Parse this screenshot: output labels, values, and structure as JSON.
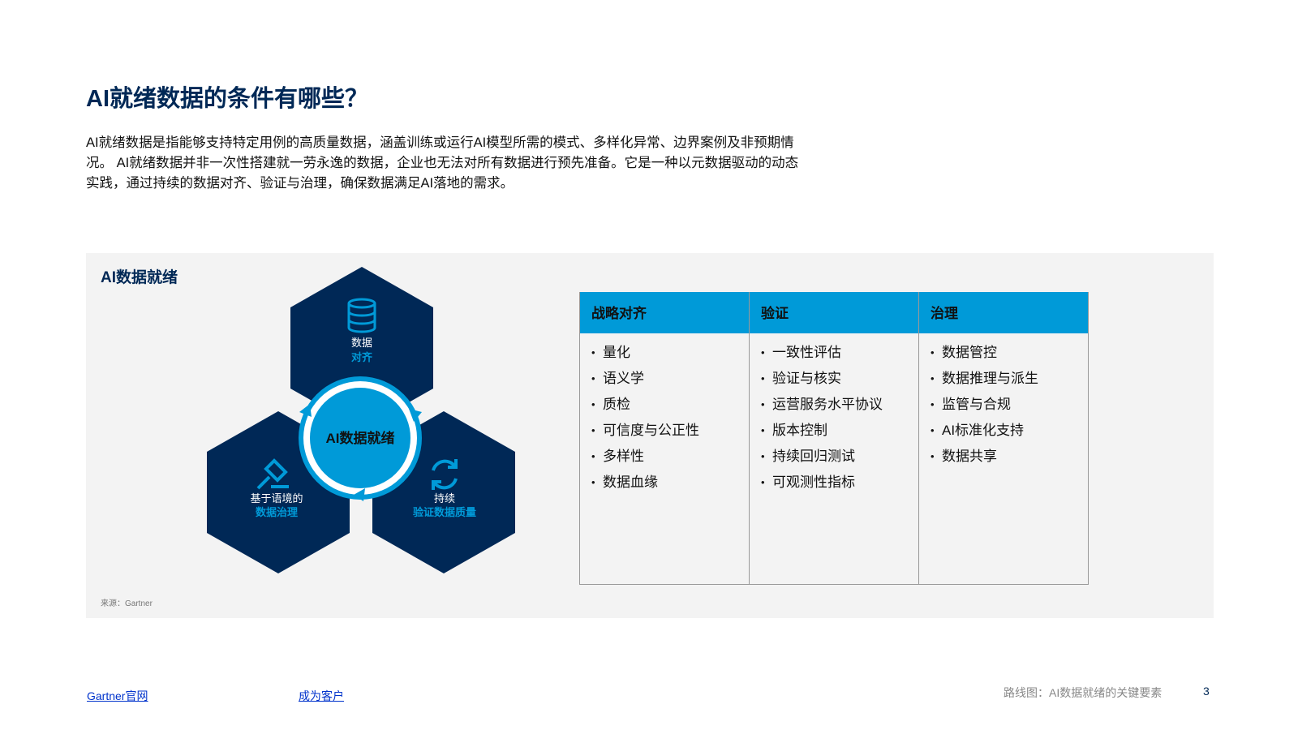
{
  "title": "AI就绪数据的条件有哪些？",
  "intro": "AI就绪数据是指能够支持特定用例的高质量数据，涵盖训练或运行AI模型所需的模式、多样化异常、边界案例及非预期情况。 AI就绪数据并非一次性搭建就一劳永逸的数据，企业也无法对所有数据进行预先准备。它是一种以元数据驱动的动态实践，通过持续的数据对齐、验证与治理，确保数据满足AI落地的需求。",
  "panel": {
    "title": "AI数据就绪",
    "source": "来源：Gartner",
    "diagram": {
      "center": "AI数据就绪",
      "top": {
        "line1": "数据",
        "line2": "对齐",
        "icon": "database-icon"
      },
      "left": {
        "line1": "基于语境的",
        "line2": "数据治理",
        "icon": "gavel-icon"
      },
      "right": {
        "line1": "持续",
        "line2": "验证数据质量",
        "icon": "refresh-icon"
      }
    },
    "table": [
      {
        "header": "战略对齐",
        "items": [
          "量化",
          "语义学",
          "质检",
          "可信度与公正性",
          "多样性",
          "数据血缘"
        ]
      },
      {
        "header": "验证",
        "items": [
          "一致性评估",
          "验证与核实",
          "运营服务水平协议",
          "版本控制",
          "持续回归测试",
          "可观测性指标"
        ]
      },
      {
        "header": "治理",
        "items": [
          "数据管控",
          "数据推理与派生",
          "监管与合规",
          "AI标准化支持",
          "数据共享"
        ]
      }
    ]
  },
  "footer": {
    "link1": "Gartner官网",
    "link2": "成为客户",
    "doc_title": "路线图：AI数据就绪的关键要素",
    "page": "3"
  },
  "colors": {
    "navy": "#002856",
    "blue": "#009ad8"
  }
}
